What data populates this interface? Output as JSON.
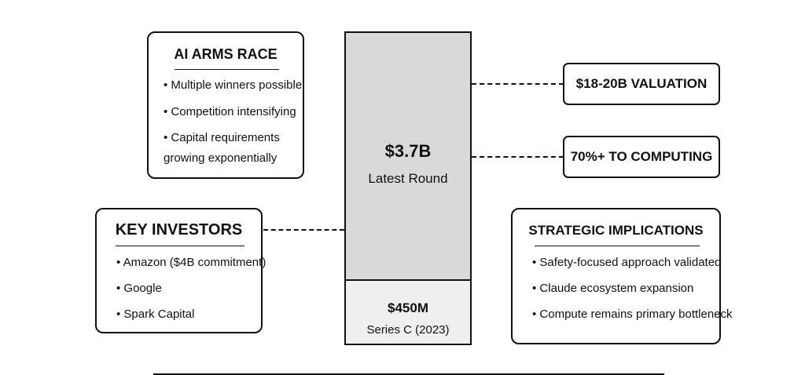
{
  "ai_arms_race": {
    "title": "AI ARMS RACE",
    "items": [
      "• Multiple winners possible",
      "• Competition intensifying",
      "• Capital requirements",
      "growing exponentially"
    ]
  },
  "key_investors": {
    "title": "KEY INVESTORS",
    "items": [
      "• Amazon ($4B commitment)",
      "• Google",
      "• Spark Capital"
    ]
  },
  "funding_bar": {
    "latest": {
      "value": "$3.7B",
      "caption": "Latest Round"
    },
    "series_c": {
      "value": "$450M",
      "caption": "Series C (2023)"
    }
  },
  "valuation": {
    "label": "$18-20B VALUATION"
  },
  "computing": {
    "label": "70%+ TO COMPUTING"
  },
  "strategic": {
    "title": "STRATEGIC IMPLICATIONS",
    "items": [
      "• Safety-focused approach validated",
      "• Claude ecosystem expansion",
      "• Compute remains primary bottleneck"
    ]
  }
}
